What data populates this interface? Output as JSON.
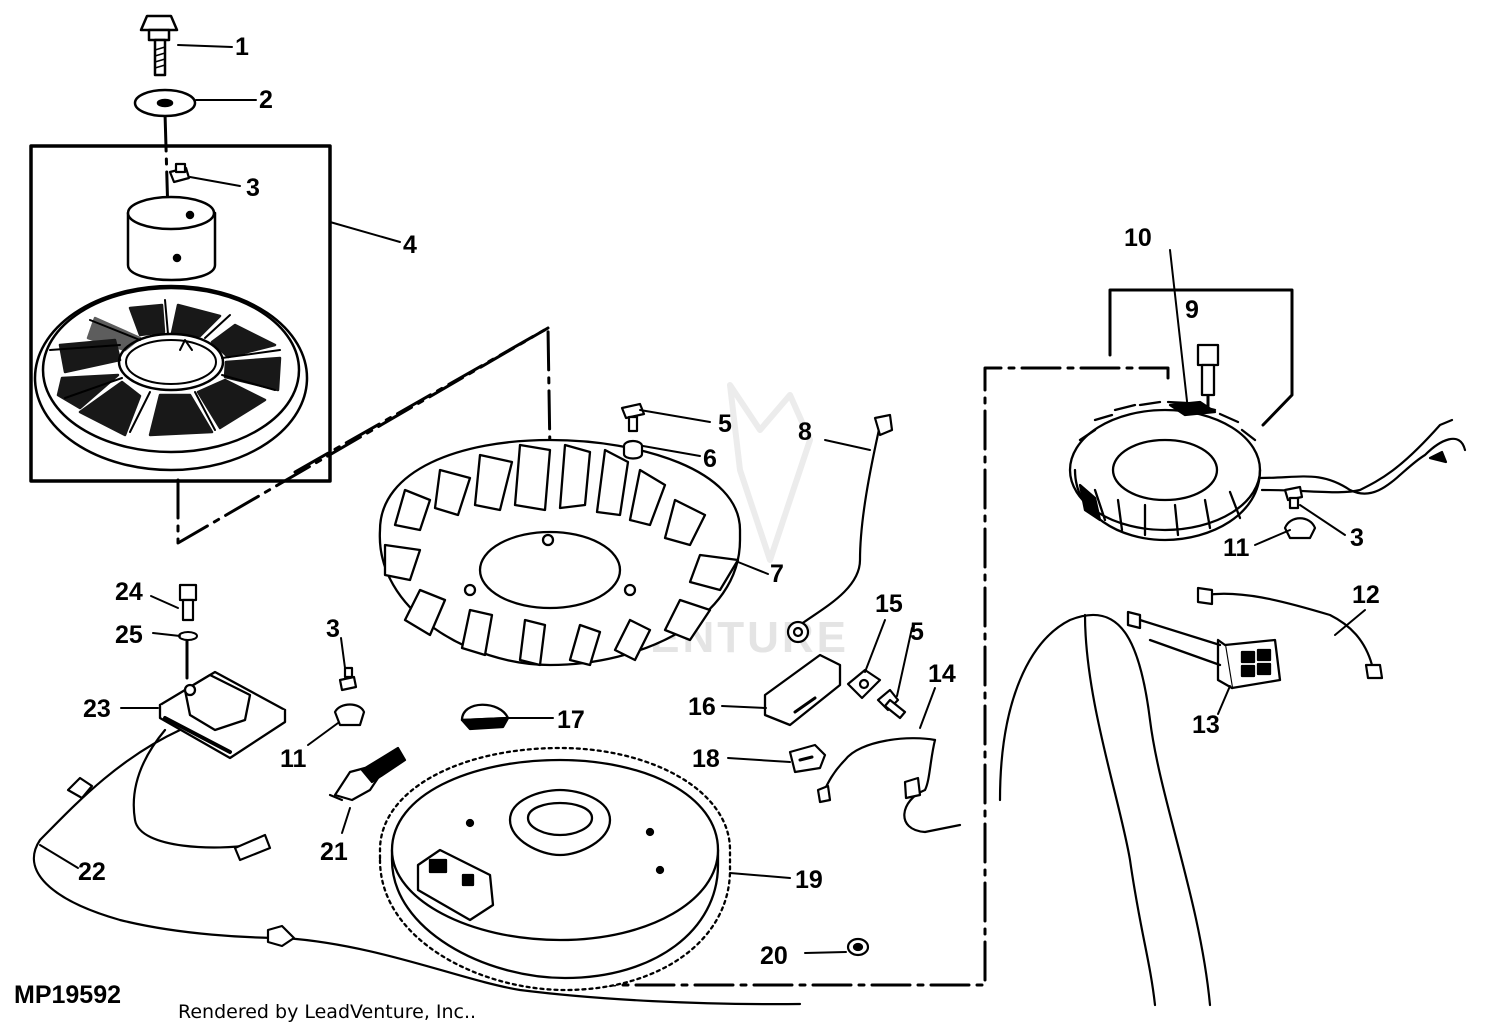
{
  "figure_id": "MP19592",
  "credit": "Rendered by LeadVenture, Inc..",
  "watermark": "LEADVENTURE",
  "callouts": [
    "1",
    "2",
    "3",
    "4",
    "5",
    "6",
    "7",
    "8",
    "9",
    "10",
    "3",
    "11",
    "12",
    "13",
    "24",
    "25",
    "23",
    "11",
    "3",
    "21",
    "22",
    "17",
    "16",
    "15",
    "5",
    "14",
    "18",
    "19",
    "20"
  ]
}
